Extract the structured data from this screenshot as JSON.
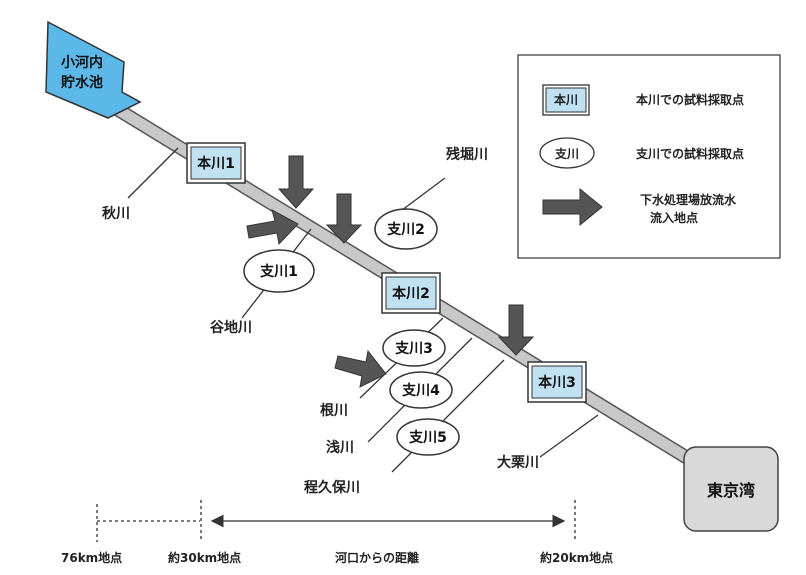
{
  "reservoir": {
    "line1": "小河内",
    "line2": "貯水池"
  },
  "bay": "東京湾",
  "main_points": [
    "本川1",
    "本川2",
    "本川3"
  ],
  "branch_points": [
    "支川1",
    "支川2",
    "支川3",
    "支川4",
    "支川5"
  ],
  "tributaries": {
    "aki": "秋川",
    "zanbori": "残堀川",
    "yachi": "谷地川",
    "ne": "根川",
    "asa": "浅川",
    "hodokubo": "程久保川",
    "oguri": "大栗川"
  },
  "legend": {
    "main_box": "本川",
    "main_desc": "本川での試料採取点",
    "branch_box": "支川",
    "branch_desc": "支川での試料採取点",
    "arrow_desc_1": "下水処理場放流水",
    "arrow_desc_2": "流入地点"
  },
  "scale": {
    "p76": "76km地点",
    "p30": "約30km地点",
    "caption": "河口からの距離",
    "p20": "約20km地点"
  },
  "colors": {
    "reservoir": "#5bb8e8",
    "main_box": "#bfe1f2",
    "river": "#c8c8c8",
    "arrow": "#555555",
    "bay": "#d9d9d9"
  }
}
